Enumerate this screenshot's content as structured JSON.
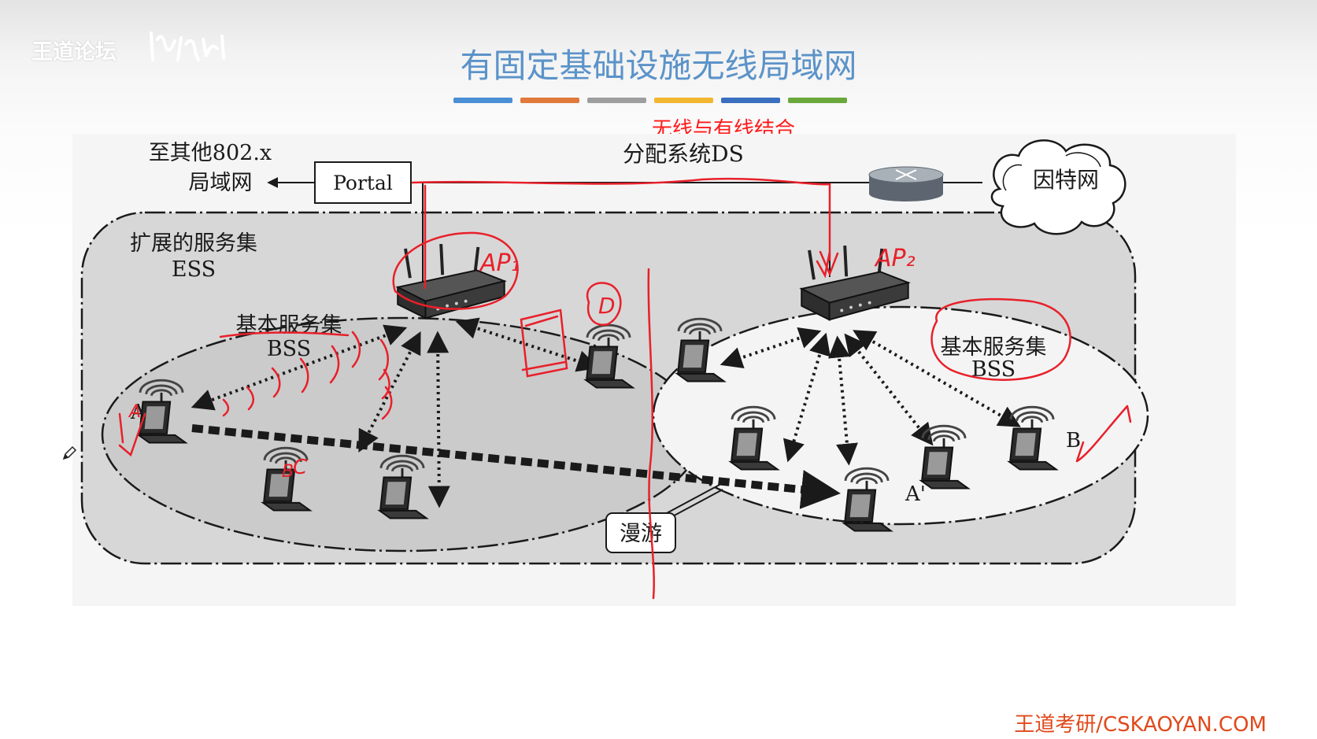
{
  "header": {
    "watermark": "王道论坛",
    "title": "有固定基础设施无线局域网",
    "color_strip": [
      "#4a8fd4",
      "#e0793a",
      "#9e9e9e",
      "#f2b731",
      "#3a6fbf",
      "#6aa83b"
    ]
  },
  "annotation": "无线与有线结合",
  "diagram": {
    "ds_label": "分配系统DS",
    "other_lan_line1": "至其他802.x",
    "other_lan_line2": "局域网",
    "portal": "Portal",
    "internet": "因特网",
    "ess_line1": "扩展的服务集",
    "ess_line2": "ESS",
    "bss_left_line1": "基本服务集",
    "bss_left_line2": "BSS",
    "bss_right_line1": "基本服务集",
    "bss_right_line2": "BSS",
    "station_a": "A",
    "station_a_prime": "A'",
    "station_b": "B",
    "roaming": "漫游",
    "handwritten_ap1": "AP₁",
    "handwritten_ap2": "AP₂",
    "handwritten_d": "D",
    "handwritten_c": "C",
    "handwritten_b": "B",
    "handwritten_a": "A"
  },
  "footer": {
    "brand": "王道考研/CSKAOYAN.COM"
  },
  "colors": {
    "title": "#5b93c9",
    "annotation": "#ff1a1a",
    "footer": "#e0491b",
    "ink": "#1a1a1a",
    "pen": "#e8202a"
  }
}
